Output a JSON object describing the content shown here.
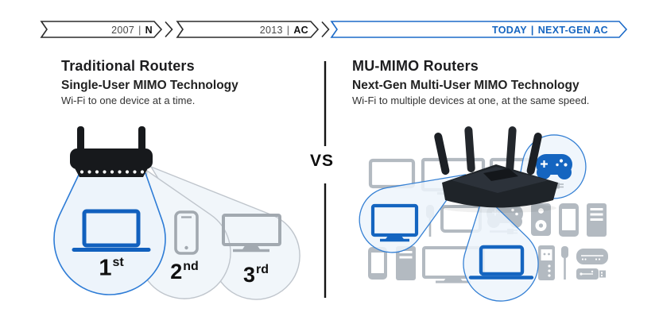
{
  "timeline": {
    "milestones": [
      {
        "year": "2007",
        "sep": "|",
        "standard": "N",
        "theme": "dark"
      },
      {
        "year": "2013",
        "sep": "|",
        "standard": "AC",
        "theme": "dark"
      },
      {
        "year": "TODAY",
        "sep": "|",
        "standard": "NEXT-GEN AC",
        "theme": "blue"
      }
    ]
  },
  "left_panel": {
    "title": "Traditional Routers",
    "subtitle": "Single-User MIMO Technology",
    "description": "Wi-Fi to one device at a time.",
    "router_icon": "two-antenna-router-icon",
    "ordinals": [
      {
        "number": "1",
        "suffix": "st",
        "device": "laptop",
        "highlighted": true
      },
      {
        "number": "2",
        "suffix": "nd",
        "device": "smartphone",
        "highlighted": false
      },
      {
        "number": "3",
        "suffix": "rd",
        "device": "monitor",
        "highlighted": false
      }
    ]
  },
  "versus_label": "VS",
  "right_panel": {
    "title": "MU-MIMO Routers",
    "subtitle": "Next-Gen Multi-User MIMO Technology",
    "description": "Wi-Fi to multiple devices at one, at the same speed.",
    "router_icon": "four-antenna-mu-mimo-router",
    "highlighted_devices": [
      "game-controller",
      "tv-monitor",
      "laptop"
    ],
    "background_devices": [
      "monitor",
      "tv",
      "tv",
      "desktop-tower",
      "charging-cable",
      "tablet",
      "game-controller",
      "speaker",
      "smartphone",
      "server-tower",
      "smartphone",
      "desktop-tower",
      "tv",
      "powerline-adapter",
      "adapter-cable",
      "modem",
      "usb-stick"
    ]
  },
  "colors": {
    "accent_blue": "#1565C0",
    "line_blue": "#3580D4",
    "icon_gray": "#ADB4BB",
    "cone_fill": "#EEF4FB",
    "text_black": "#1D1D1F"
  }
}
